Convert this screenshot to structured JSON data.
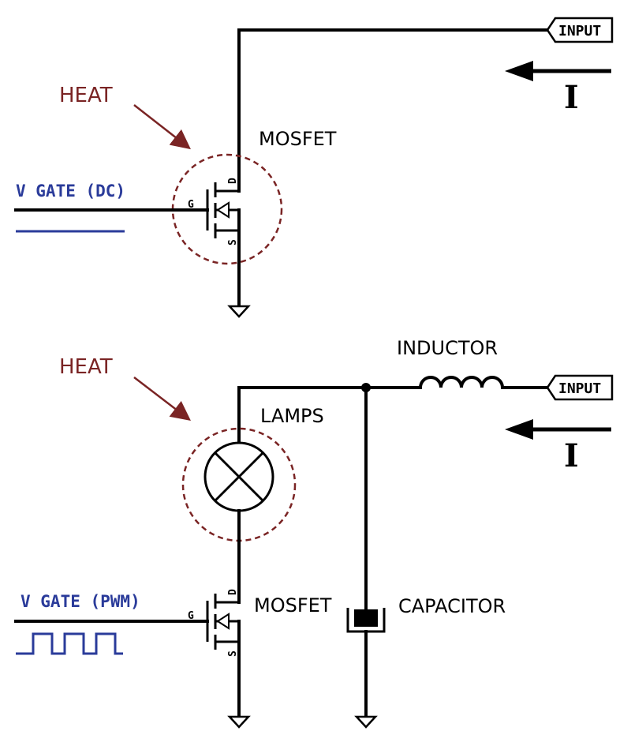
{
  "top_circuit": {
    "input_port": "INPUT",
    "current_label": "I",
    "heat_label": "HEAT",
    "mosfet_label": "MOSFET",
    "gate_label": "V GATE (DC)",
    "pin_gate": "G",
    "pin_drain": "D",
    "pin_source": "S"
  },
  "bottom_circuit": {
    "input_port": "INPUT",
    "current_label": "I",
    "heat_label": "HEAT",
    "inductor_label": "INDUCTOR",
    "lamps_label": "LAMPS",
    "mosfet_label": "MOSFET",
    "capacitor_label": "CAPACITOR",
    "gate_label": "V GATE (PWM)",
    "pin_gate": "G",
    "pin_drain": "D",
    "pin_source": "S"
  },
  "colors": {
    "heat": "#7a2424",
    "gate_signal": "#2a3b9a",
    "wire": "#000000"
  }
}
